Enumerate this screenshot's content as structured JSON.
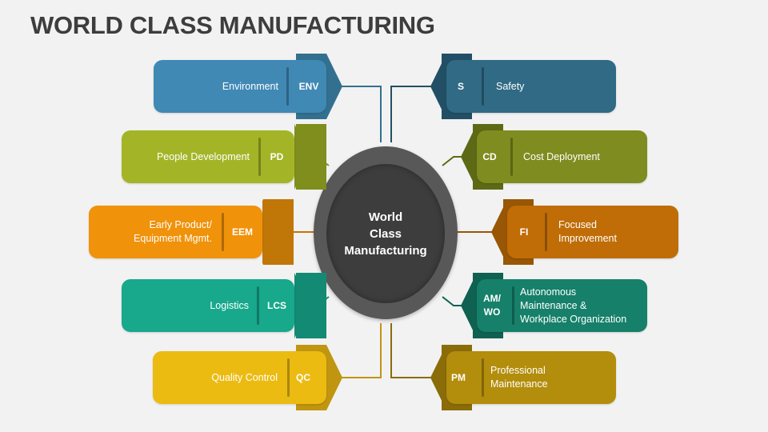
{
  "title": "WORLD CLASS MANUFACTURING",
  "hub": {
    "label": "World\nClass\nManufacturing"
  },
  "left_items": [
    {
      "code": "ENV",
      "label": "Environment",
      "color": "#4189b5",
      "dark": "#33708f"
    },
    {
      "code": "PD",
      "label": "People Development",
      "color": "#a3b526",
      "dark": "#7f8e1c"
    },
    {
      "code": "EEM",
      "label": "Early Product/\nEquipment Mgmt.",
      "color": "#f0920a",
      "dark": "#c17608"
    },
    {
      "code": "LCS",
      "label": "Logistics",
      "color": "#18a88c",
      "dark": "#138a73"
    },
    {
      "code": "QC",
      "label": "Quality Control",
      "color": "#ecbb12",
      "dark": "#c09510"
    }
  ],
  "right_items": [
    {
      "code": "S",
      "label": "Safety",
      "color": "#306a85",
      "dark": "#224f65"
    },
    {
      "code": "CD",
      "label": "Cost Deployment",
      "color": "#7f8c1f",
      "dark": "#5e6916"
    },
    {
      "code": "FI",
      "label": "Focused\nImprovement",
      "color": "#c06d07",
      "dark": "#995605"
    },
    {
      "code": "AM/\nWO",
      "label": "Autonomous\nMaintenance &\nWorkplace Organization",
      "color": "#16806a",
      "dark": "#0f6151"
    },
    {
      "code": "PM",
      "label": "Professional\nMaintenance",
      "color": "#b38d0c",
      "dark": "#8a6c08"
    }
  ]
}
